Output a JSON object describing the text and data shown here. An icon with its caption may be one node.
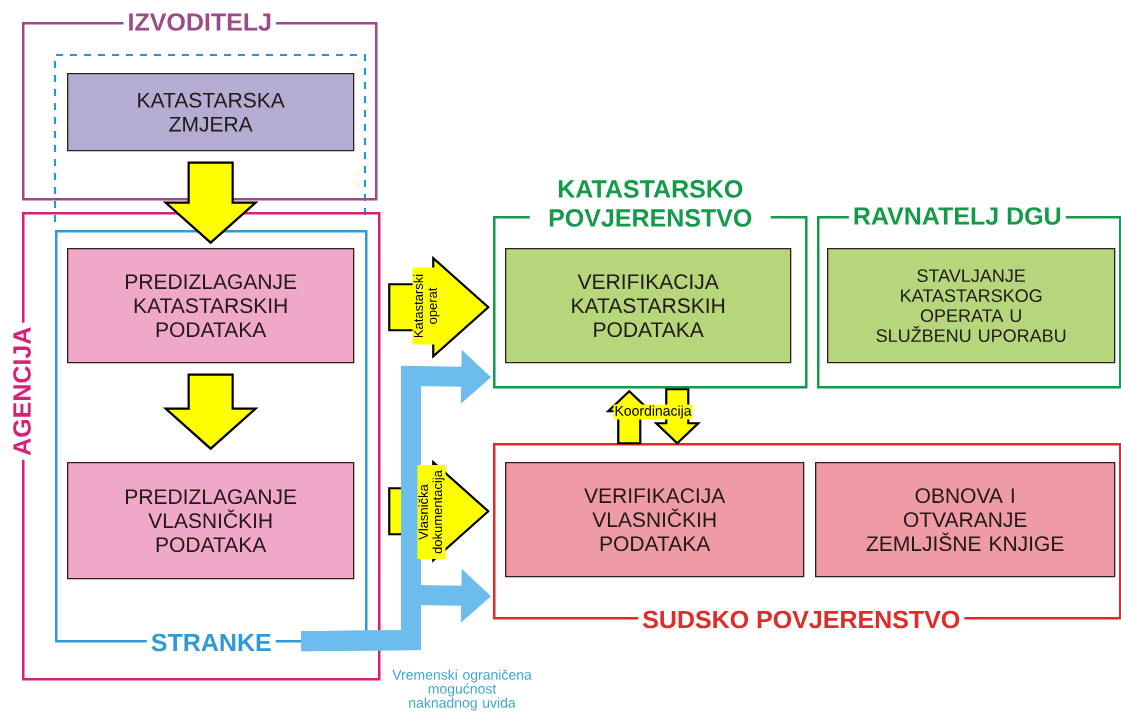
{
  "diagram": {
    "nodes": [
      {
        "text": [
          "IZVODITELJ"
        ]
      },
      {
        "text": [
          "KATASTARSKA ZMJERA"
        ],
        "in": 0
      },
      {
        "text": [
          "AGENCIJA"
        ]
      },
      {
        "text": [
          "STRANKE"
        ],
        "in": 2
      },
      {
        "text": [
          "PREDIZLAGANJE KATASTARSKIH PODATAKA"
        ],
        "in": 3
      },
      {
        "text": [
          "PREDIZLAGANJE VLASNIČKIH PODATAKA"
        ],
        "in": 3
      },
      {
        "text": [
          "KATASTARSKO POVJERENSTVO"
        ]
      },
      {
        "text": [
          "VERIFIKACIJA KATASTARSKIH PODATAKA"
        ],
        "in": 6
      },
      {
        "text": [
          "RAVNATELJ DGU"
        ]
      },
      {
        "text": [
          "STAVLJANJE KATASTARSKOG OPERATA U SLUŽBENU UPORABU"
        ],
        "in": 8
      },
      {
        "text": [
          "SUDSKO POVJERENSTVO"
        ]
      },
      {
        "text": [
          "VERIFIKACIJA VLASNIČKIH PODATAKA"
        ],
        "in": 10
      },
      {
        "text": [
          "OBNOVA I OTVARANJE ZEMLJIŠNE KNJIGE"
        ],
        "in": 10
      }
    ],
    "edges": [
      {
        "from": 1,
        "to": 4,
        "arrow": "to"
      },
      {
        "from": 4,
        "to": 5,
        "arrow": "to"
      },
      {
        "from": 2,
        "to": 6,
        "arrow": "to",
        "label": "Katastarski operat"
      },
      {
        "from": 2,
        "to": 10,
        "arrow": "to",
        "label": "Vlasnička dokumentacija"
      },
      {
        "from": 10,
        "to": 6,
        "arrow": "to",
        "label": "Koordinacija"
      },
      {
        "from": 6,
        "to": 10,
        "arrow": "to"
      },
      {
        "from": 3,
        "to": 6,
        "arrow": "to",
        "color": "#6cbdee"
      },
      {
        "from": 3,
        "to": 10,
        "arrow": "to",
        "color": "#6cbdee"
      }
    ],
    "labels": [
      "Vremenski ograničena mogućnost naknadnog uvida"
    ]
  }
}
